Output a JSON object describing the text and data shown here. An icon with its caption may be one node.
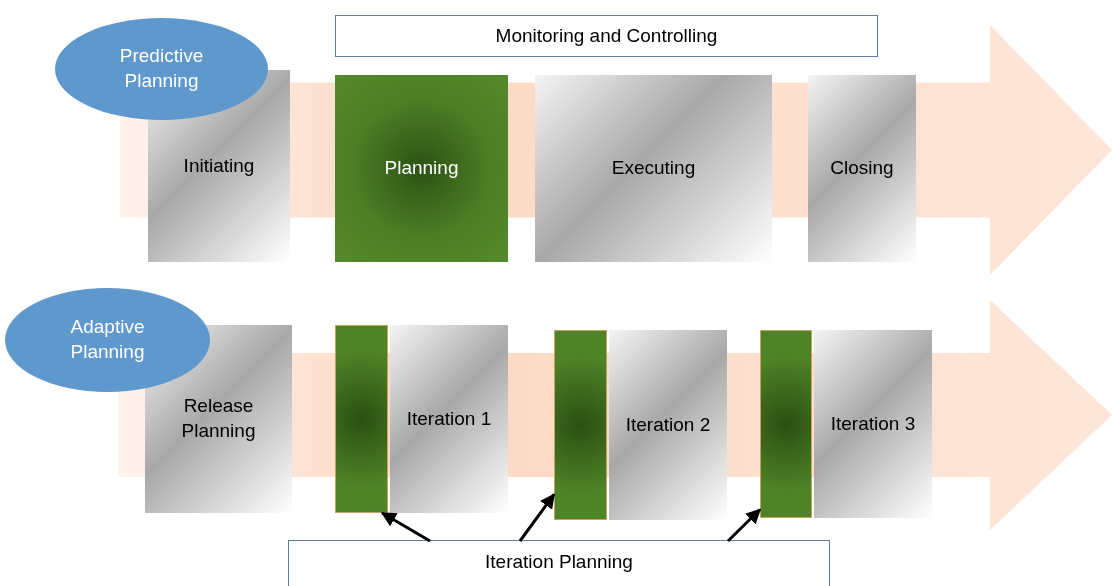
{
  "diagram": {
    "nodes": [
      {
        "text": [
          "Monitoring and Controlling"
        ]
      },
      {
        "text": [
          "Predictive Planning"
        ]
      },
      {
        "text": [],
        "shape": "arrow"
      },
      {
        "text": [
          "Initiating"
        ],
        "in": 2
      },
      {
        "text": [
          "Planning"
        ],
        "in": 2
      },
      {
        "text": [
          "Executing"
        ],
        "in": 2
      },
      {
        "text": [
          "Closing"
        ],
        "in": 2
      },
      {
        "text": [
          "Adaptive Planning"
        ]
      },
      {
        "text": [],
        "shape": "arrow"
      },
      {
        "text": [
          "Release Planning"
        ],
        "in": 8
      },
      {
        "text": [],
        "shape": "bar",
        "in": 8
      },
      {
        "text": [
          "Iteration 1"
        ],
        "in": 8
      },
      {
        "text": [],
        "shape": "bar",
        "in": 8
      },
      {
        "text": [
          "Iteration 2"
        ],
        "in": 8
      },
      {
        "text": [],
        "shape": "bar",
        "in": 8
      },
      {
        "text": [
          "Iteration 3"
        ],
        "in": 8
      },
      {
        "text": [
          "Iteration Planning"
        ]
      }
    ],
    "edges": [
      {
        "from": 16,
        "to": 10,
        "arrow": "to"
      },
      {
        "from": 16,
        "to": 12,
        "arrow": "to"
      },
      {
        "from": 16,
        "to": 14,
        "arrow": "to"
      }
    ]
  }
}
